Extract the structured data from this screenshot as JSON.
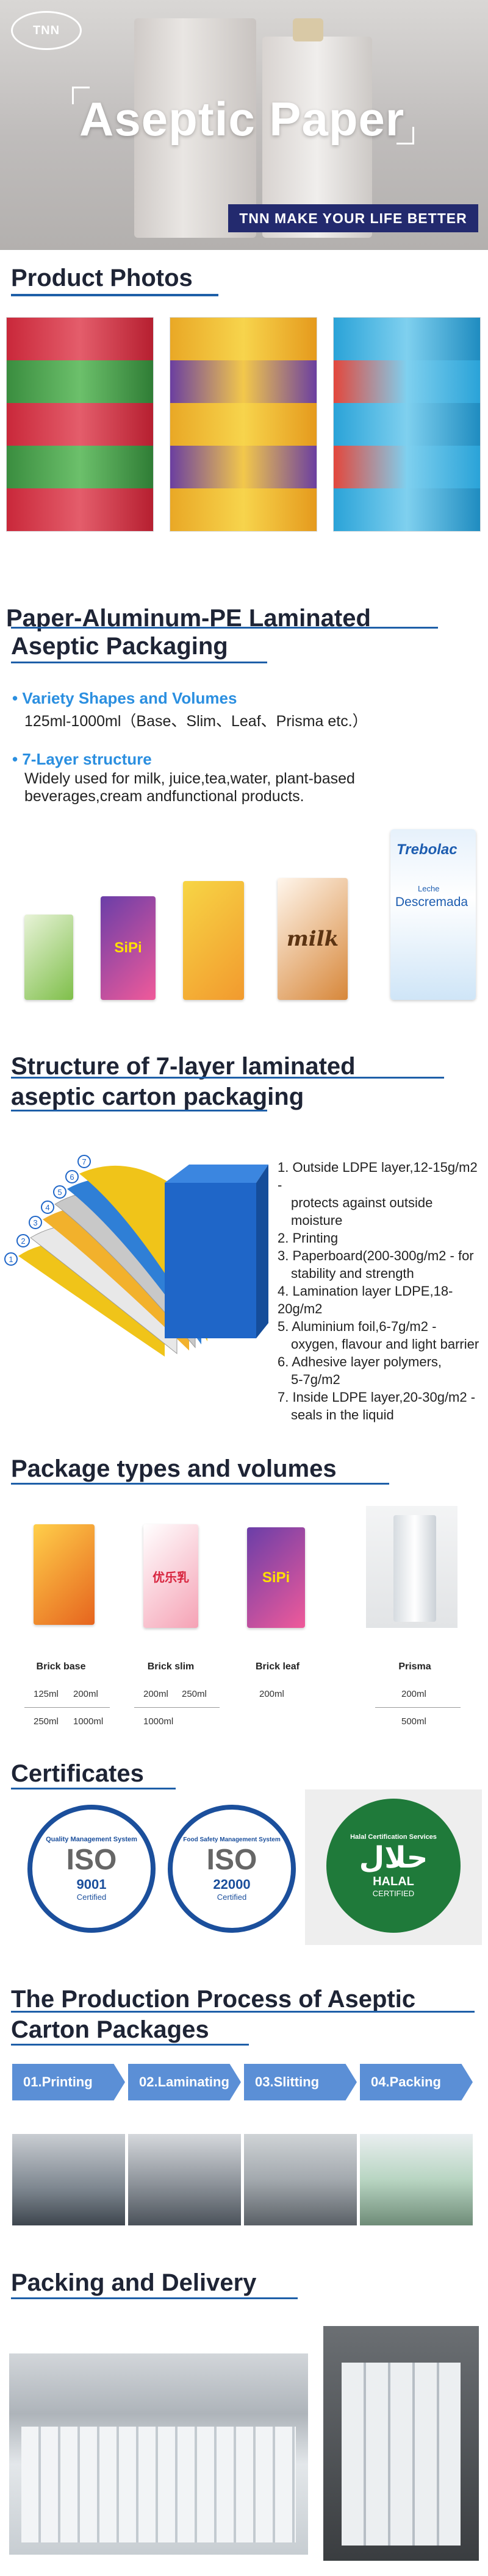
{
  "hero": {
    "logo": "TNN",
    "title": "Aseptic Paper",
    "banner": "TNN MAKE YOUR LIFE BETTER"
  },
  "sections": {
    "photos": "Product Photos",
    "laminated": [
      "Paper-Aluminum-PE Laminated",
      "Aseptic Packaging"
    ],
    "structure": [
      "Structure of 7-layer laminated",
      "aseptic carton packaging"
    ],
    "types": "Package types and volumes",
    "certificates": "Certificates",
    "process": [
      "The Production Process of Aseptic",
      "Carton Packages"
    ],
    "delivery": "Packing and Delivery"
  },
  "bullets": [
    {
      "heading": "Variety Shapes and Volumes",
      "text": [
        "125ml-1000ml（Base、Slim、Leaf、Prisma etc.）"
      ]
    },
    {
      "heading": "7-Layer structure",
      "text": [
        "Widely used for milk, juice,tea,water, plant-based",
        "beverages,cream andfunctional products."
      ]
    }
  ],
  "carton_labels": {
    "sipi": "SiPi",
    "milk": "milk",
    "trebolac": "Trebolac",
    "descremada_1": "Leche",
    "descremada_2": "Descremada"
  },
  "layers": [
    "1. Outside LDPE layer,12-15g/m2 -",
    "    protects against outside",
    "    moisture",
    "2. Printing",
    "3. Paperboard(200-300g/m2 - for",
    "    stability and strength",
    "4. Lamination layer LDPE,18-20g/m2",
    "5. Aluminium foil,6-7g/m2 -",
    "    oxygen, flavour and light barrier",
    "6. Adhesive layer polymers,",
    "    5-7g/m2",
    "7. Inside LDPE layer,20-30g/m2 -",
    "    seals in the liquid"
  ],
  "layer_numbers": [
    "1",
    "2",
    "3",
    "4",
    "5",
    "6",
    "7"
  ],
  "packages": [
    {
      "name": "Brick base",
      "vols": [
        "125ml",
        "200ml",
        "250ml",
        "1000ml"
      ]
    },
    {
      "name": "Brick slim",
      "vols": [
        "200ml",
        "250ml",
        "1000ml"
      ]
    },
    {
      "name": "Brick leaf",
      "vols": [
        "200ml"
      ]
    },
    {
      "name": "Prisma",
      "vols": [
        "200ml",
        "500ml"
      ]
    }
  ],
  "package_carton_labels": {
    "brick_slim": "优乐乳",
    "brick_leaf": "SiPi"
  },
  "certs": [
    {
      "ring": "Quality Management System",
      "main": "ISO",
      "code": "9001",
      "foot": "Certified"
    },
    {
      "ring": "Food Safety Management System",
      "main": "ISO",
      "code": "22000",
      "foot": "Certified"
    },
    {
      "ring": "Halal Certification Services",
      "main": "حلال",
      "code": "HALAL",
      "foot": "CERTIFIED"
    }
  ],
  "steps": [
    "01.Printing",
    "02.Laminating",
    "03.Slitting",
    "04.Packing"
  ],
  "colors": {
    "navy": "#232a6e",
    "accent": "#1e5fa8",
    "bullet": "#2b8fe0",
    "step": "#5b8fd6",
    "halal": "#1f7a3a"
  }
}
